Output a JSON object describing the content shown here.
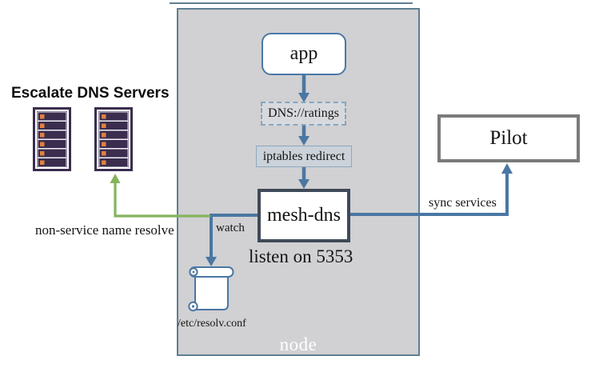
{
  "node": {
    "label": "node"
  },
  "boxes": {
    "app": "app",
    "dns": "DNS://ratings",
    "iptables": "iptables redirect",
    "mesh": "mesh-dns",
    "pilot": "Pilot"
  },
  "annotations": {
    "escalate_title": "Escalate DNS Servers",
    "listen": "listen on 5353",
    "watch": "watch",
    "sync_services": "sync services",
    "non_service": "non-service name resolve",
    "resolv_conf": "/etc/resolv.conf"
  },
  "icons": {
    "server_rack": "dns-server-rack-icon",
    "scroll": "resolv-conf-scroll-icon"
  },
  "colors": {
    "arrow_blue": "#4a77a3",
    "arrow_green": "#84b45c",
    "node_fill": "#d1d0d2",
    "node_border": "#5e7e93",
    "app_border": "#4878a8",
    "mesh_border": "#3f4a59",
    "pilot_border": "#7a7a7a",
    "dashed_border": "#84a7c2",
    "iptables_fill": "#ccd2d9",
    "iptables_border": "#8ba9c0",
    "server_purple": "#3a2d4e",
    "server_orange": "#e0813f",
    "text": "#141414"
  }
}
